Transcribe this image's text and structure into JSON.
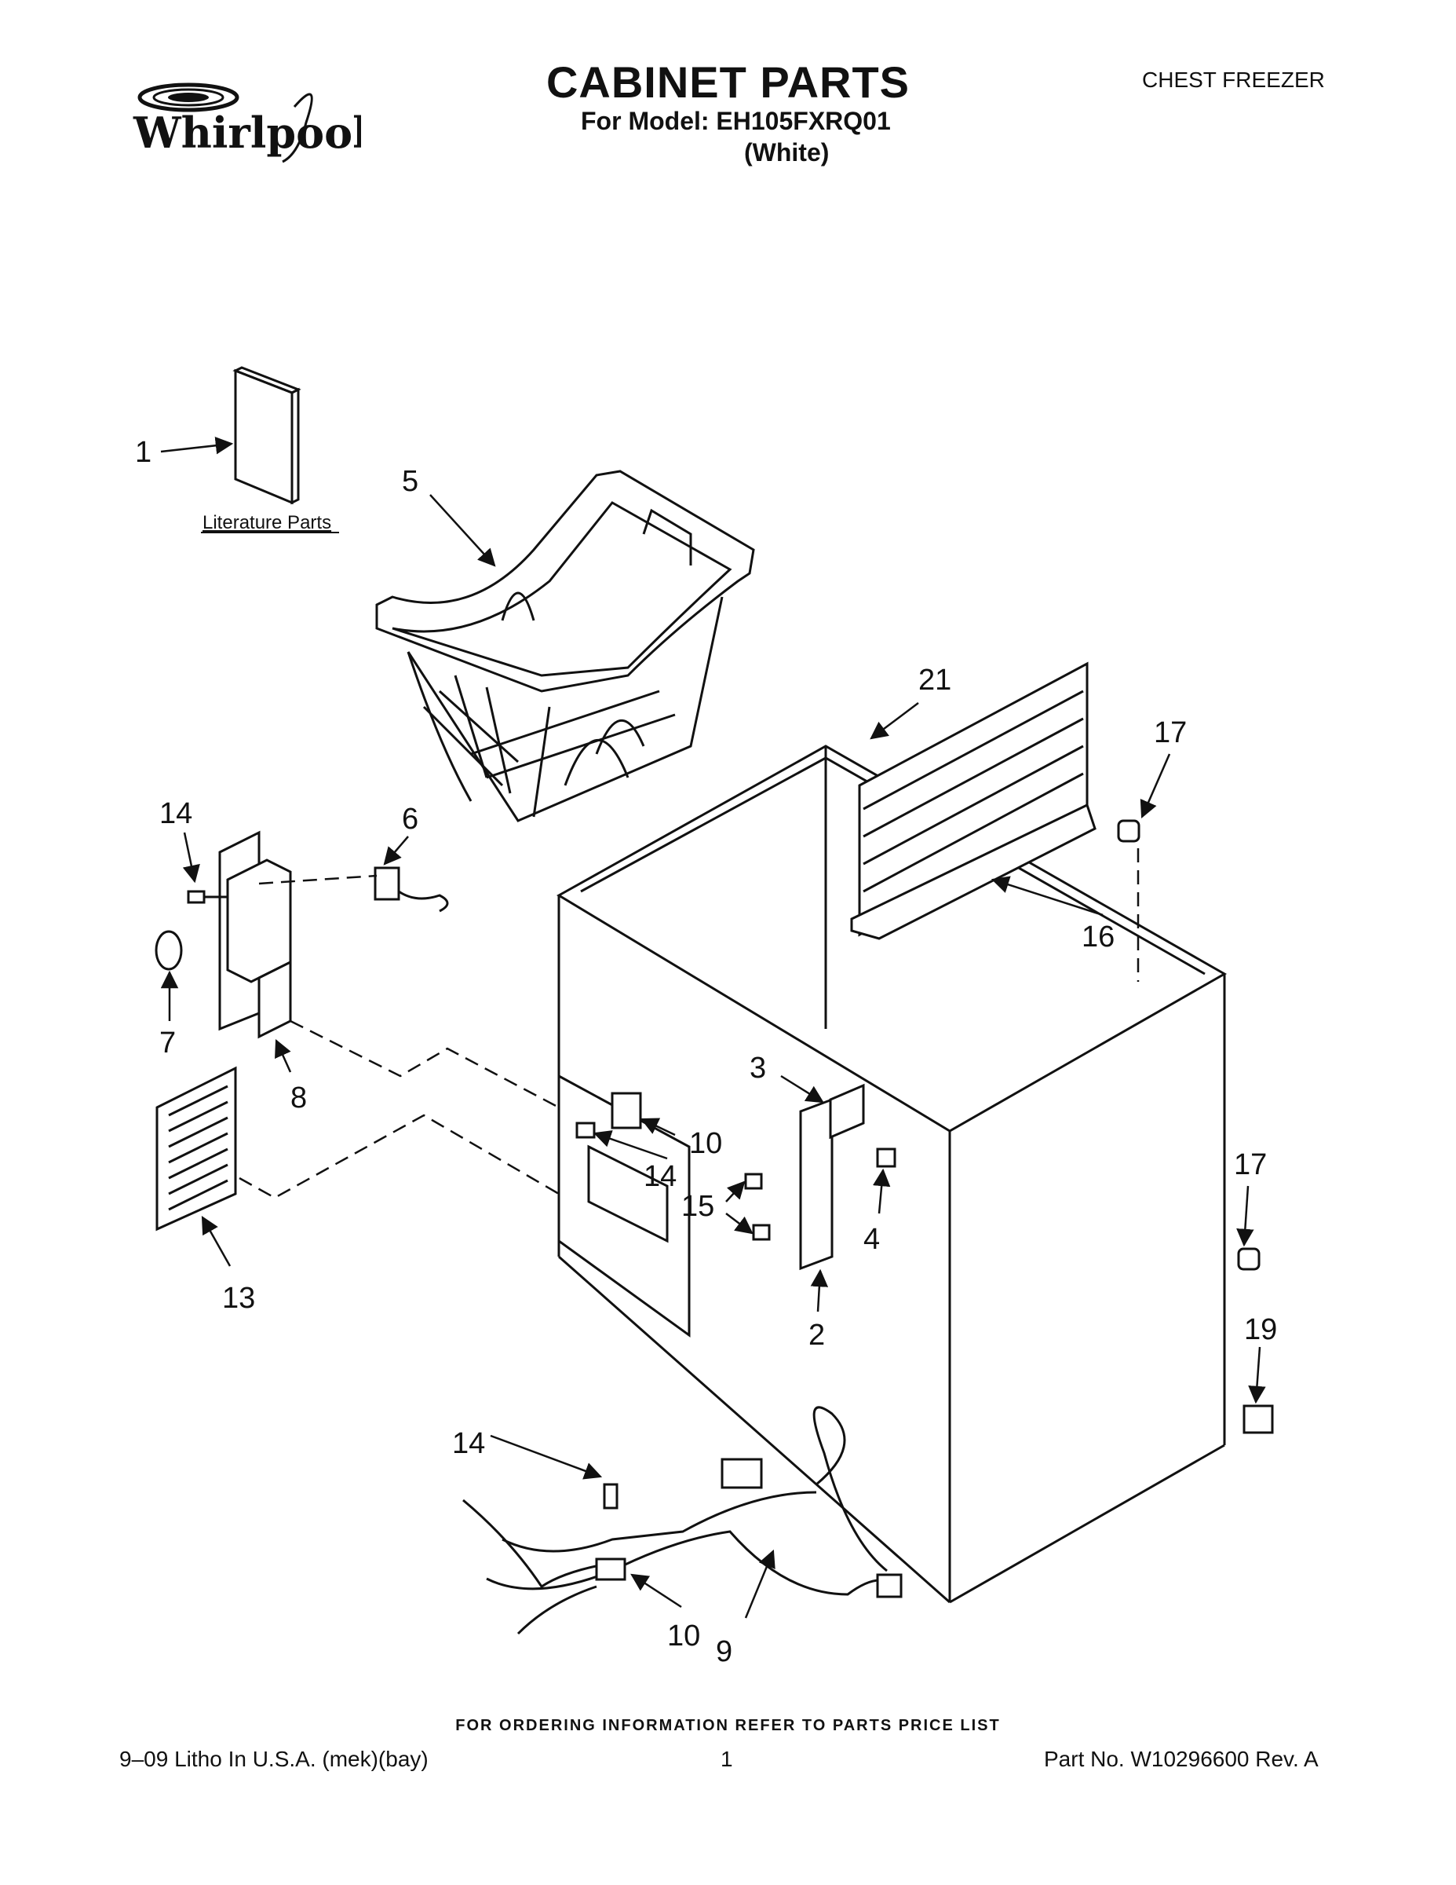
{
  "header": {
    "brand_logo_text": "Whirlpool",
    "title": "CABINET PARTS",
    "model_line": "For Model: EH105FXRQ01",
    "color_line": "(White)",
    "category": "CHEST FREEZER"
  },
  "diagram": {
    "literature_label": "Literature Parts",
    "callouts": [
      "1",
      "5",
      "21",
      "17",
      "14",
      "6",
      "7",
      "16",
      "8",
      "3",
      "10",
      "14",
      "15",
      "4",
      "17",
      "13",
      "2",
      "19",
      "14",
      "10",
      "9"
    ]
  },
  "footer": {
    "ordering_note": "FOR ORDERING INFORMATION REFER TO PARTS PRICE LIST",
    "litho": "9–09 Litho In U.S.A. (mek)(bay)",
    "page_number": "1",
    "part_number": "Part No. W10296600 Rev. A"
  },
  "colors": {
    "ink": "#111111",
    "paper": "#ffffff"
  }
}
